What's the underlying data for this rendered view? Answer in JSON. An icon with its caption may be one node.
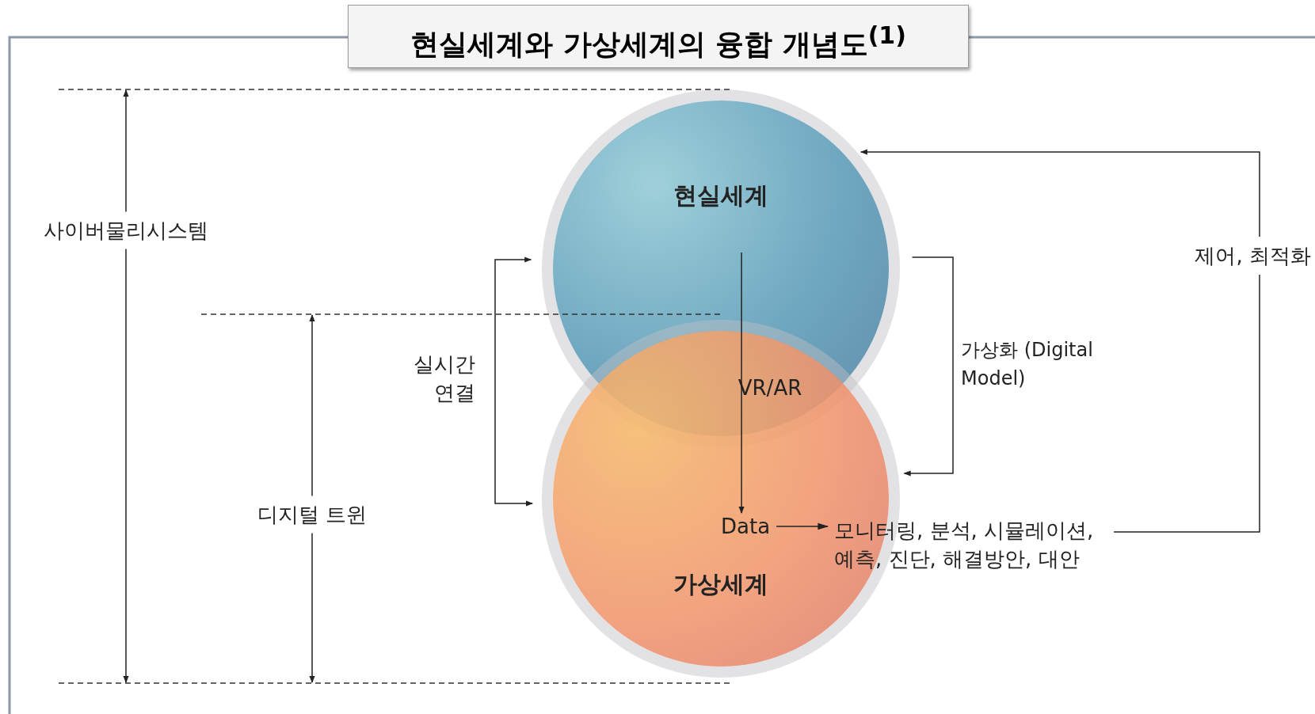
{
  "diagram": {
    "title": "현실세계와 가상세계의 융합 개념도$^{(1)}$",
    "nodes": [
      {
        "text": [
          "현실세계"
        ]
      },
      {
        "text": [
          "가상세계"
        ]
      },
      {
        "text": [
          "Data"
        ],
        "in": 1
      },
      {
        "text": [
          "모니터링, 분석, 시뮬레이션, 예측, 진단, 해결방안, 대안"
        ]
      }
    ],
    "edges": [
      {
        "from": 0,
        "to": 2,
        "arrow": "to",
        "label": "VR/AR"
      },
      {
        "from": 0,
        "to": 1,
        "arrow": "both",
        "label": "실시간 연결"
      },
      {
        "from": 0,
        "to": 1,
        "arrow": "to",
        "label": "가상화 (Digital Model)"
      },
      {
        "from": 2,
        "to": 3,
        "arrow": "to"
      },
      {
        "from": 3,
        "to": 0,
        "arrow": "to",
        "label": "제어, 최적화"
      }
    ],
    "labels": [
      "사이버물리시스템",
      "디지털 트윈"
    ]
  }
}
